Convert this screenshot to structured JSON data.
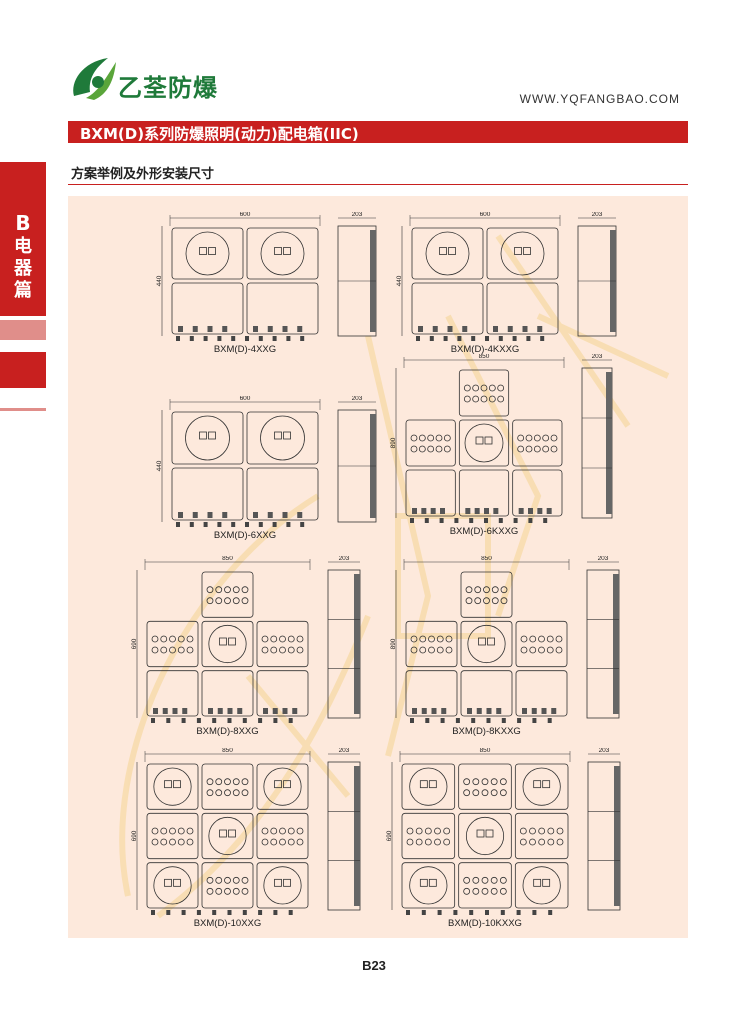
{
  "header": {
    "brand": "乙荃防爆",
    "website": "WWW.YQFANGBAO.COM",
    "title": "BXM(D)系列防爆照明(动力)配电箱(IIC)",
    "section": "方案举例及外形安装尺寸"
  },
  "side_tab": {
    "letter": "B",
    "label": "电器篇"
  },
  "colors": {
    "accent": "#c8201f",
    "brand": "#1f7a3a",
    "panel": "#fde9dc"
  },
  "drawings": [
    {
      "model": "BXM(D)-4XXG",
      "width_dim": "600",
      "depth_dim": "203",
      "height_dim": "440"
    },
    {
      "model": "BXM(D)-4KXXG",
      "width_dim": "600",
      "depth_dim": "203",
      "height_dim": "440"
    },
    {
      "model": "BXM(D)-6XXG",
      "width_dim": "600",
      "depth_dim": "203",
      "height_dim": "440"
    },
    {
      "model": "BXM(D)-6KXXG",
      "width_dim": "850",
      "depth_dim": "203",
      "height_dim": "890"
    },
    {
      "model": "BXM(D)-8XXG",
      "width_dim": "850",
      "depth_dim": "203",
      "height_dim": "690"
    },
    {
      "model": "BXM(D)-8KXXG",
      "width_dim": "850",
      "depth_dim": "203",
      "height_dim": "890"
    },
    {
      "model": "BXM(D)-10XXG",
      "width_dim": "850",
      "depth_dim": "203",
      "height_dim": "690"
    },
    {
      "model": "BXM(D)-10KXXG",
      "width_dim": "850",
      "depth_dim": "203",
      "height_dim": "690"
    }
  ],
  "footer": {
    "page": "B23"
  }
}
